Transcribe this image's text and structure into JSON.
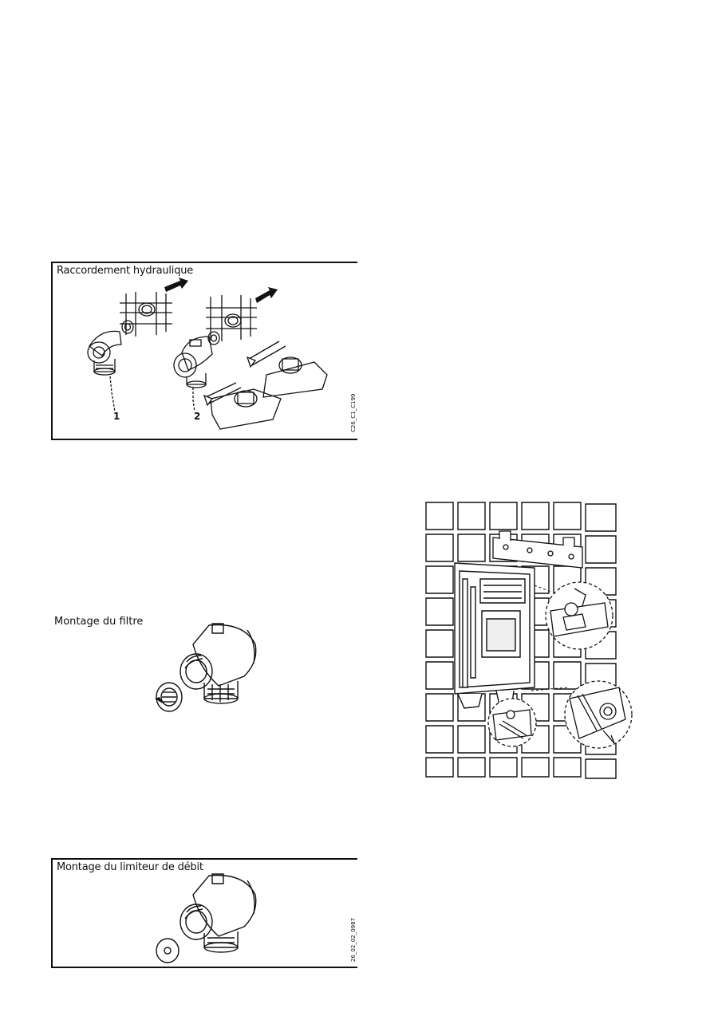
{
  "figures": {
    "hydraulic": {
      "title": "Raccordement hydraulique",
      "callouts": [
        "1",
        "2"
      ],
      "code": "C26_C1_C199"
    },
    "filter": {
      "title": "Montage du filtre"
    },
    "flow_limiter": {
      "title": "Montage du limiteur de débit",
      "code": "26_02_02_0987"
    },
    "wall_mount": {}
  }
}
